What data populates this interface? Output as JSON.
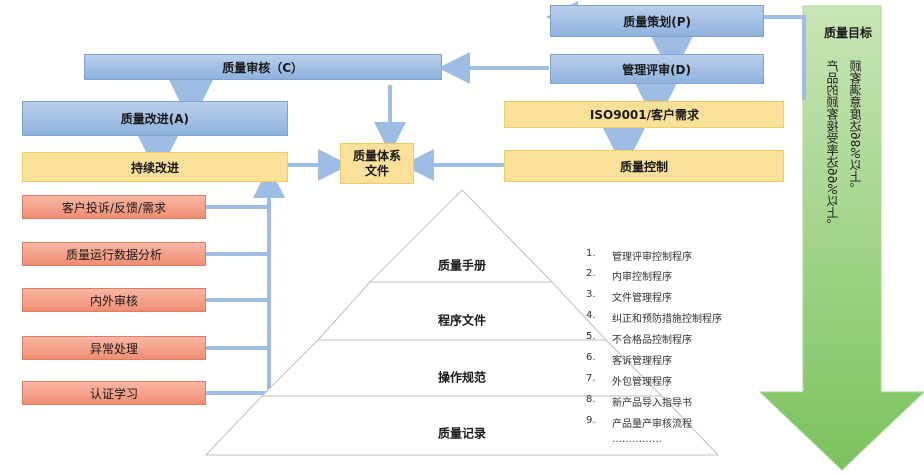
{
  "boxes": {
    "plan": "质量策划(P)",
    "mgmt_review": "管理评审(D)",
    "audit": "质量审核（C）",
    "iso": "ISO9001/客户需求",
    "control": "质量控制",
    "improve": "质量改进(A)",
    "continuous": "持续改进",
    "system_doc": "质量体系\n文件"
  },
  "inputs": [
    "客户投诉/反馈/需求",
    "质量运行数据分析",
    "内外审核",
    "异常处理",
    "认证学习"
  ],
  "pyramid": [
    "质量手册",
    "程序文件",
    "操作规范",
    "质量记录"
  ],
  "procedures": [
    {
      "num": "1.",
      "text": "管理评审控制程序"
    },
    {
      "num": "2.",
      "text": "内审控制程序"
    },
    {
      "num": "3.",
      "text": "文件管理程序"
    },
    {
      "num": "4.",
      "text": "纠正和预防措施控制程序"
    },
    {
      "num": "5.",
      "text": "不合格品控制程序"
    },
    {
      "num": "6.",
      "text": "客诉管理程序"
    },
    {
      "num": "7.",
      "text": "外包管理程序"
    },
    {
      "num": "8.",
      "text": "新产品导入指导书"
    },
    {
      "num": "9.",
      "text": "产品量产审核流程"
    }
  ],
  "procedures_more": "……………",
  "goal": {
    "title": "质量目标",
    "line1": "顾客满意度达98%以上。",
    "line2": "产品的顾客接受率达99%以上。"
  },
  "colors": {
    "blue": "#9dbde4",
    "yellow": "#fbe09a",
    "red": "#f4a08a",
    "green": "#8fcf74",
    "arrow": "#9dbde4"
  }
}
